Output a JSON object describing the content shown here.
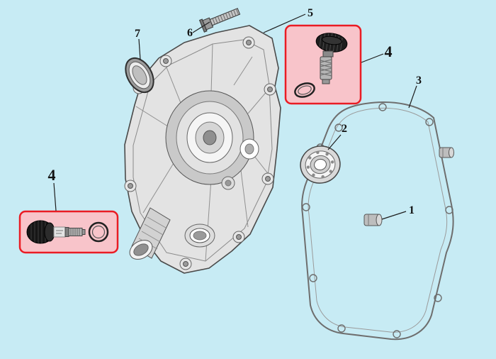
{
  "diagram_title": "engine crankcase cover exploded parts diagram",
  "colors": {
    "background": "#c7ebf4",
    "highlight_fill": "#f8c4ca",
    "highlight_border": "#ea1c24"
  },
  "labels": {
    "n1": "1",
    "n2": "2",
    "n3": "3",
    "n4a": "4",
    "n4b": "4",
    "n5": "5",
    "n6": "6",
    "n7": "7"
  }
}
